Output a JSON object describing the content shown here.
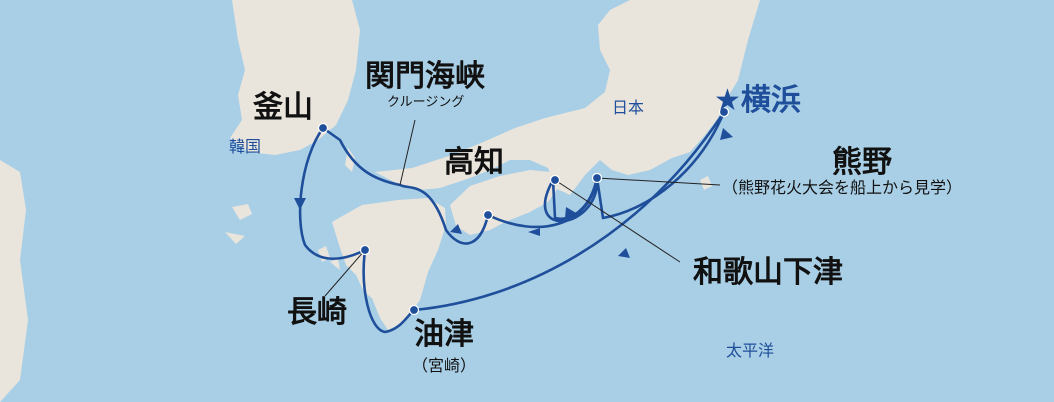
{
  "ports": {
    "yokohama": "★横浜",
    "kumano": "熊野",
    "kumano_note": "（熊野花火大会を船上から見学）",
    "wakayama": "和歌山下津",
    "kochi": "高知",
    "busan": "釜山",
    "kanmon": "関門海峡",
    "kanmon_note": "クルージング",
    "nagasaki": "長崎",
    "aburatsu": "油津",
    "aburatsu_note": "（宮崎）"
  },
  "regions": {
    "japan": "日本",
    "korea": "韓国",
    "pacific": "太平洋"
  },
  "colors": {
    "sea": "#a9cfe6",
    "land": "#e9e5dd",
    "route": "#1f4f9a"
  }
}
